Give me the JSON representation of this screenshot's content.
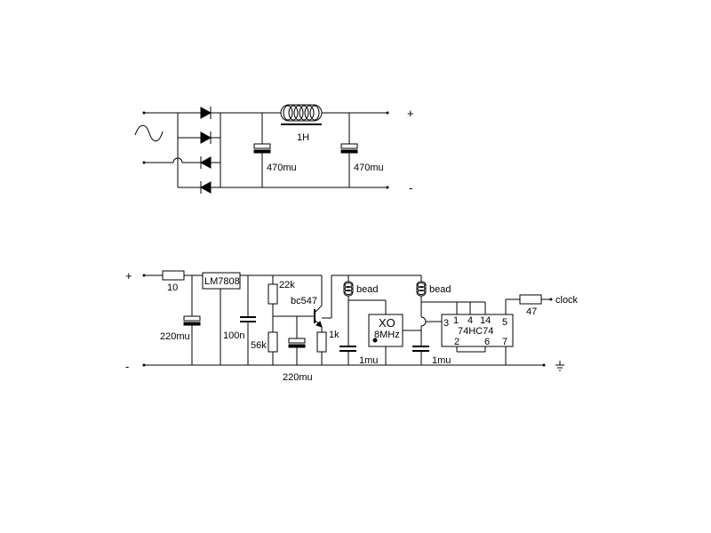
{
  "power_supply": {
    "inductor_value": "1H",
    "cap_left_value": "470mu",
    "cap_right_value": "470mu",
    "plus_label": "+",
    "minus_label": "-"
  },
  "clock_circuit": {
    "plus_label": "+",
    "minus_label": "-",
    "r_input_value": "10",
    "cap_220_value": "220mu",
    "regulator_label": "LM7808",
    "cap_100n_value": "100n",
    "r_22k_value": "22k",
    "r_56k_value": "56k",
    "transistor_label": "bc547",
    "cap_220_bottom_value": "220mu",
    "r_1k_value": "1k",
    "bead1_label": "bead",
    "bead2_label": "bead",
    "cap_1mu_a_value": "1mu",
    "cap_1mu_b_value": "1mu",
    "xo_label": "XO",
    "xo_freq": "8MHz",
    "ic_label": "74HC74",
    "ic_pins": {
      "p1": "1",
      "p2": "2",
      "p3": "3",
      "p4": "4",
      "p5": "5",
      "p6": "6",
      "p7": "7",
      "p14": "14"
    },
    "r_out_value": "47",
    "clock_label": "clock"
  }
}
